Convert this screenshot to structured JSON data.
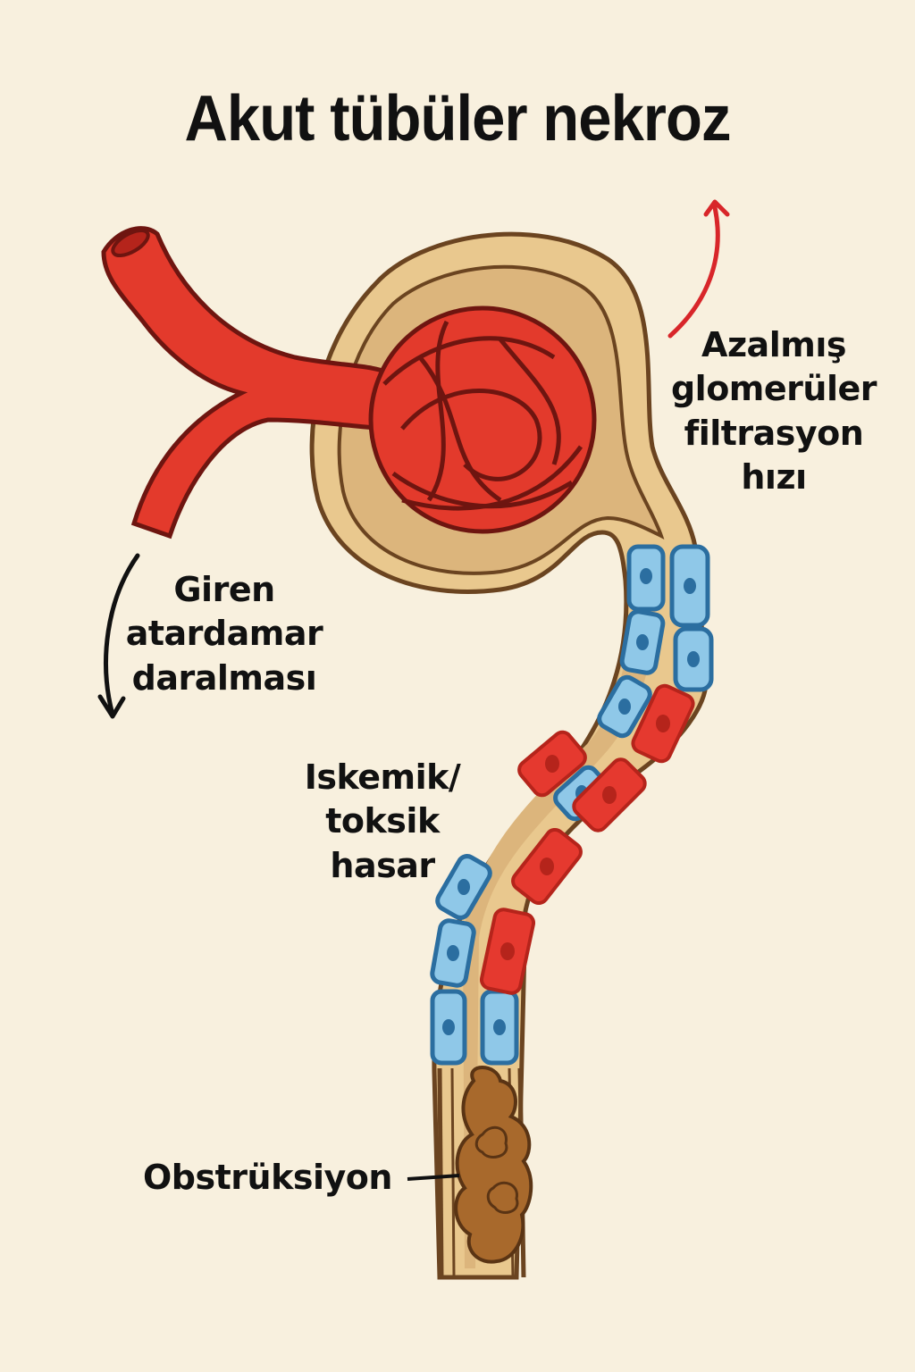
{
  "title": "Akut tübüler nekroz",
  "labels": {
    "gfr": {
      "lines": [
        "Azalmış",
        "glomerüler",
        "filtrasyon",
        "hızı"
      ],
      "arrow": "up",
      "arrow_color": "#d8262a"
    },
    "afferent": {
      "lines": [
        "Giren",
        "atardamar",
        "daralması"
      ],
      "arrow": "down",
      "arrow_color": "#111111"
    },
    "injury": {
      "lines": [
        "Iskemik/",
        "toksik",
        "hasar"
      ]
    },
    "obstruction": {
      "text": "Obstrüksiyon"
    }
  },
  "colors": {
    "background": "#f8f0de",
    "vessel_red": "#e33a2c",
    "vessel_outline": "#6e1510",
    "capsule_tan": "#e9c88e",
    "capsule_outline": "#6b4420",
    "healthy_cell_blue": "#8fc8e8",
    "healthy_cell_outline": "#2b6ea0",
    "injured_cell_red": "#e5392f",
    "cast_brown": "#a8692c"
  }
}
